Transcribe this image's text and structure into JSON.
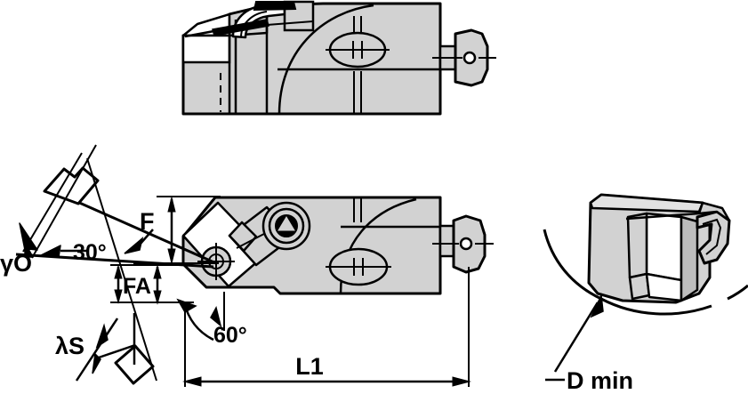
{
  "drawing": {
    "title": "Boring bar cartridge head technical drawing",
    "background_color": "#ffffff",
    "line_color": "#000000",
    "body_fill": "#d2d2d2",
    "body_fill_light": "#e2e2e2",
    "white_fill": "#ffffff",
    "views": {
      "top": {
        "name": "top-view"
      },
      "front": {
        "name": "front-view"
      },
      "iso": {
        "name": "isometric-view"
      }
    }
  },
  "labels": {
    "rake_angle_symbol": "γO",
    "lead_angle_value": "30°",
    "height_f": "F",
    "offset_fa": "FA",
    "inclination_symbol": "λS",
    "corner_angle_value": "60°",
    "length_l1": "L1",
    "diameter_min": "D min"
  }
}
